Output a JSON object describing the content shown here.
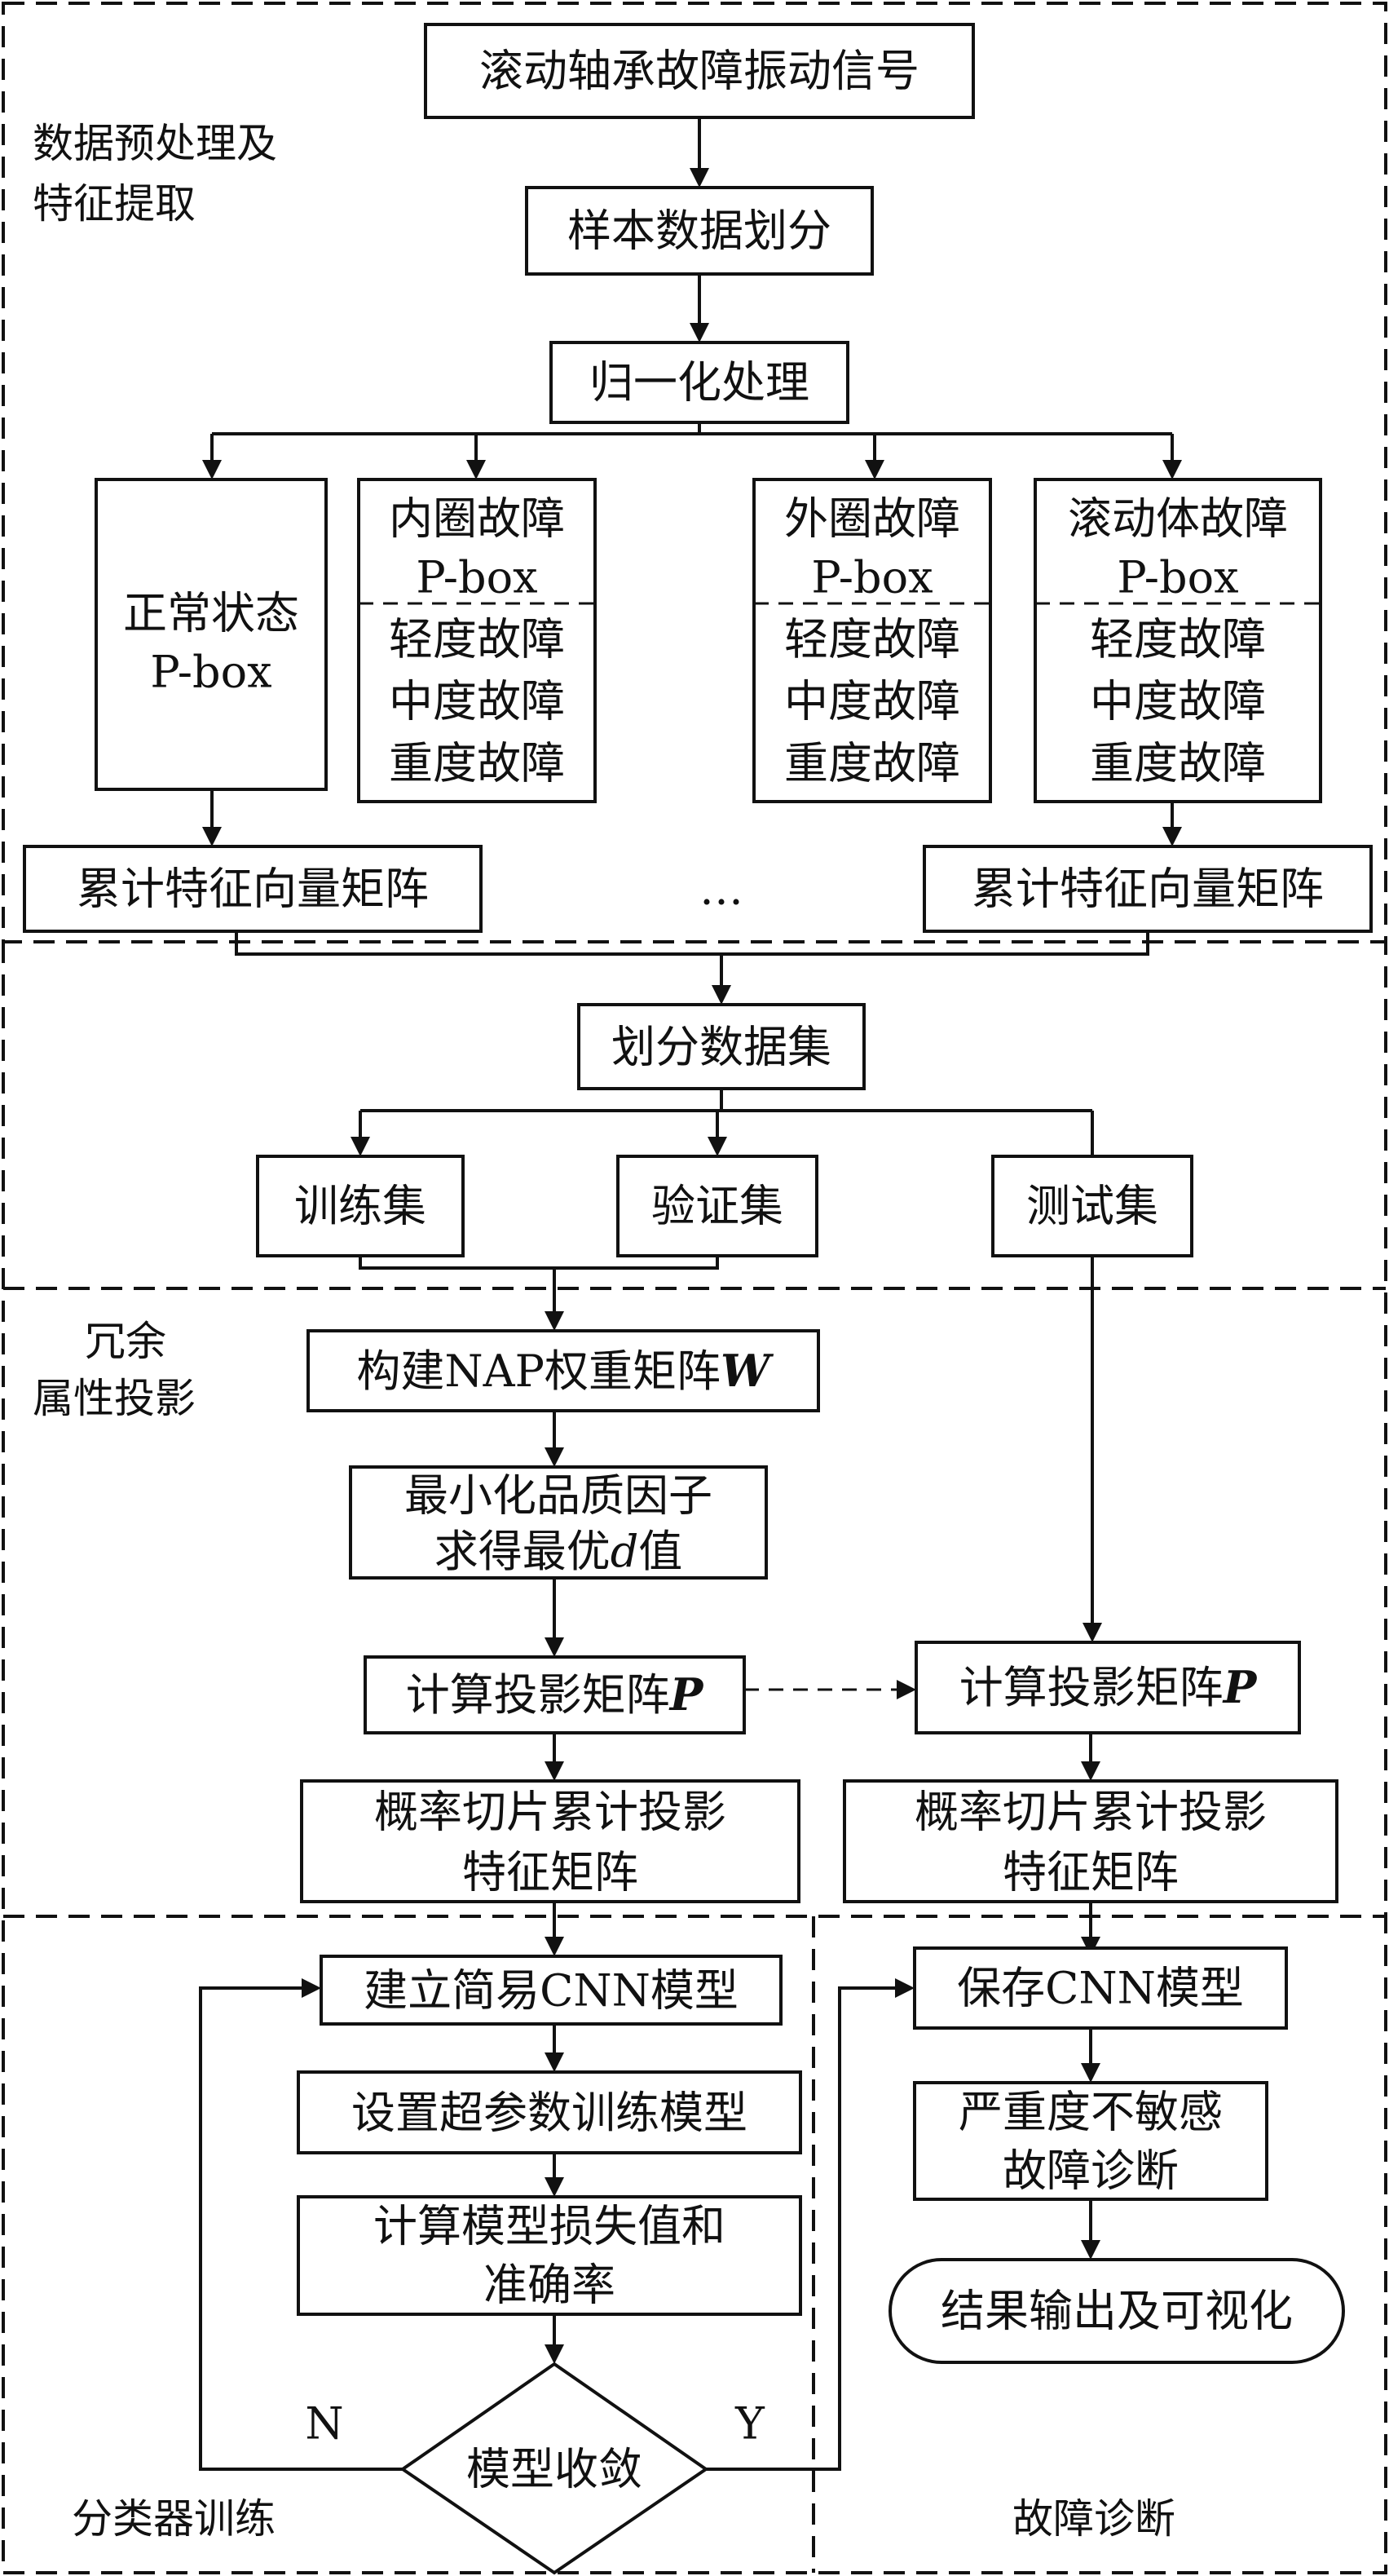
{
  "sections": {
    "preprocess": "数据预处理及",
    "preprocess_2": "特征提取",
    "projection": "冗余",
    "projection_2": "属性投影",
    "classifier": "分类器训练",
    "diagnosis": "故障诊断"
  },
  "nodes": {
    "signal": "滚动轴承故障振动信号",
    "split_samples": "样本数据划分",
    "normalize": "归一化处理",
    "normal_1": "正常状态",
    "normal_2": "P-box",
    "inner_1": "内圈故障",
    "inner_2": "P-box",
    "outer_1": "外圈故障",
    "outer_2": "P-box",
    "roller_1": "滚动体故障",
    "roller_2": "P-box",
    "sev_light": "轻度故障",
    "sev_mid": "中度故障",
    "sev_heavy": "重度故障",
    "cum_matrix": "累计特征向量矩阵",
    "ellipsis": "…",
    "split_dataset": "划分数据集",
    "train": "训练集",
    "valid": "验证集",
    "test": "测试集",
    "nap_prefix": "构建NAP权重矩阵",
    "nap_var": "W",
    "minq_1": "最小化品质因子",
    "minq_2a": "求得最优",
    "minq_var": "d",
    "minq_2b": "值",
    "proj_prefix": "计算投影矩阵",
    "proj_var": "P",
    "slice_1": "概率切片累计投影",
    "slice_2": "特征矩阵",
    "build_cnn": "建立简易CNN模型",
    "hyper": "设置超参数训练模型",
    "loss_1": "计算模型损失值和",
    "loss_2": "准确率",
    "converge": "模型收敛",
    "no": "N",
    "yes": "Y",
    "save_cnn": "保存CNN模型",
    "insens_1": "严重度不敏感",
    "insens_2": "故障诊断",
    "output": "结果输出及可视化"
  }
}
